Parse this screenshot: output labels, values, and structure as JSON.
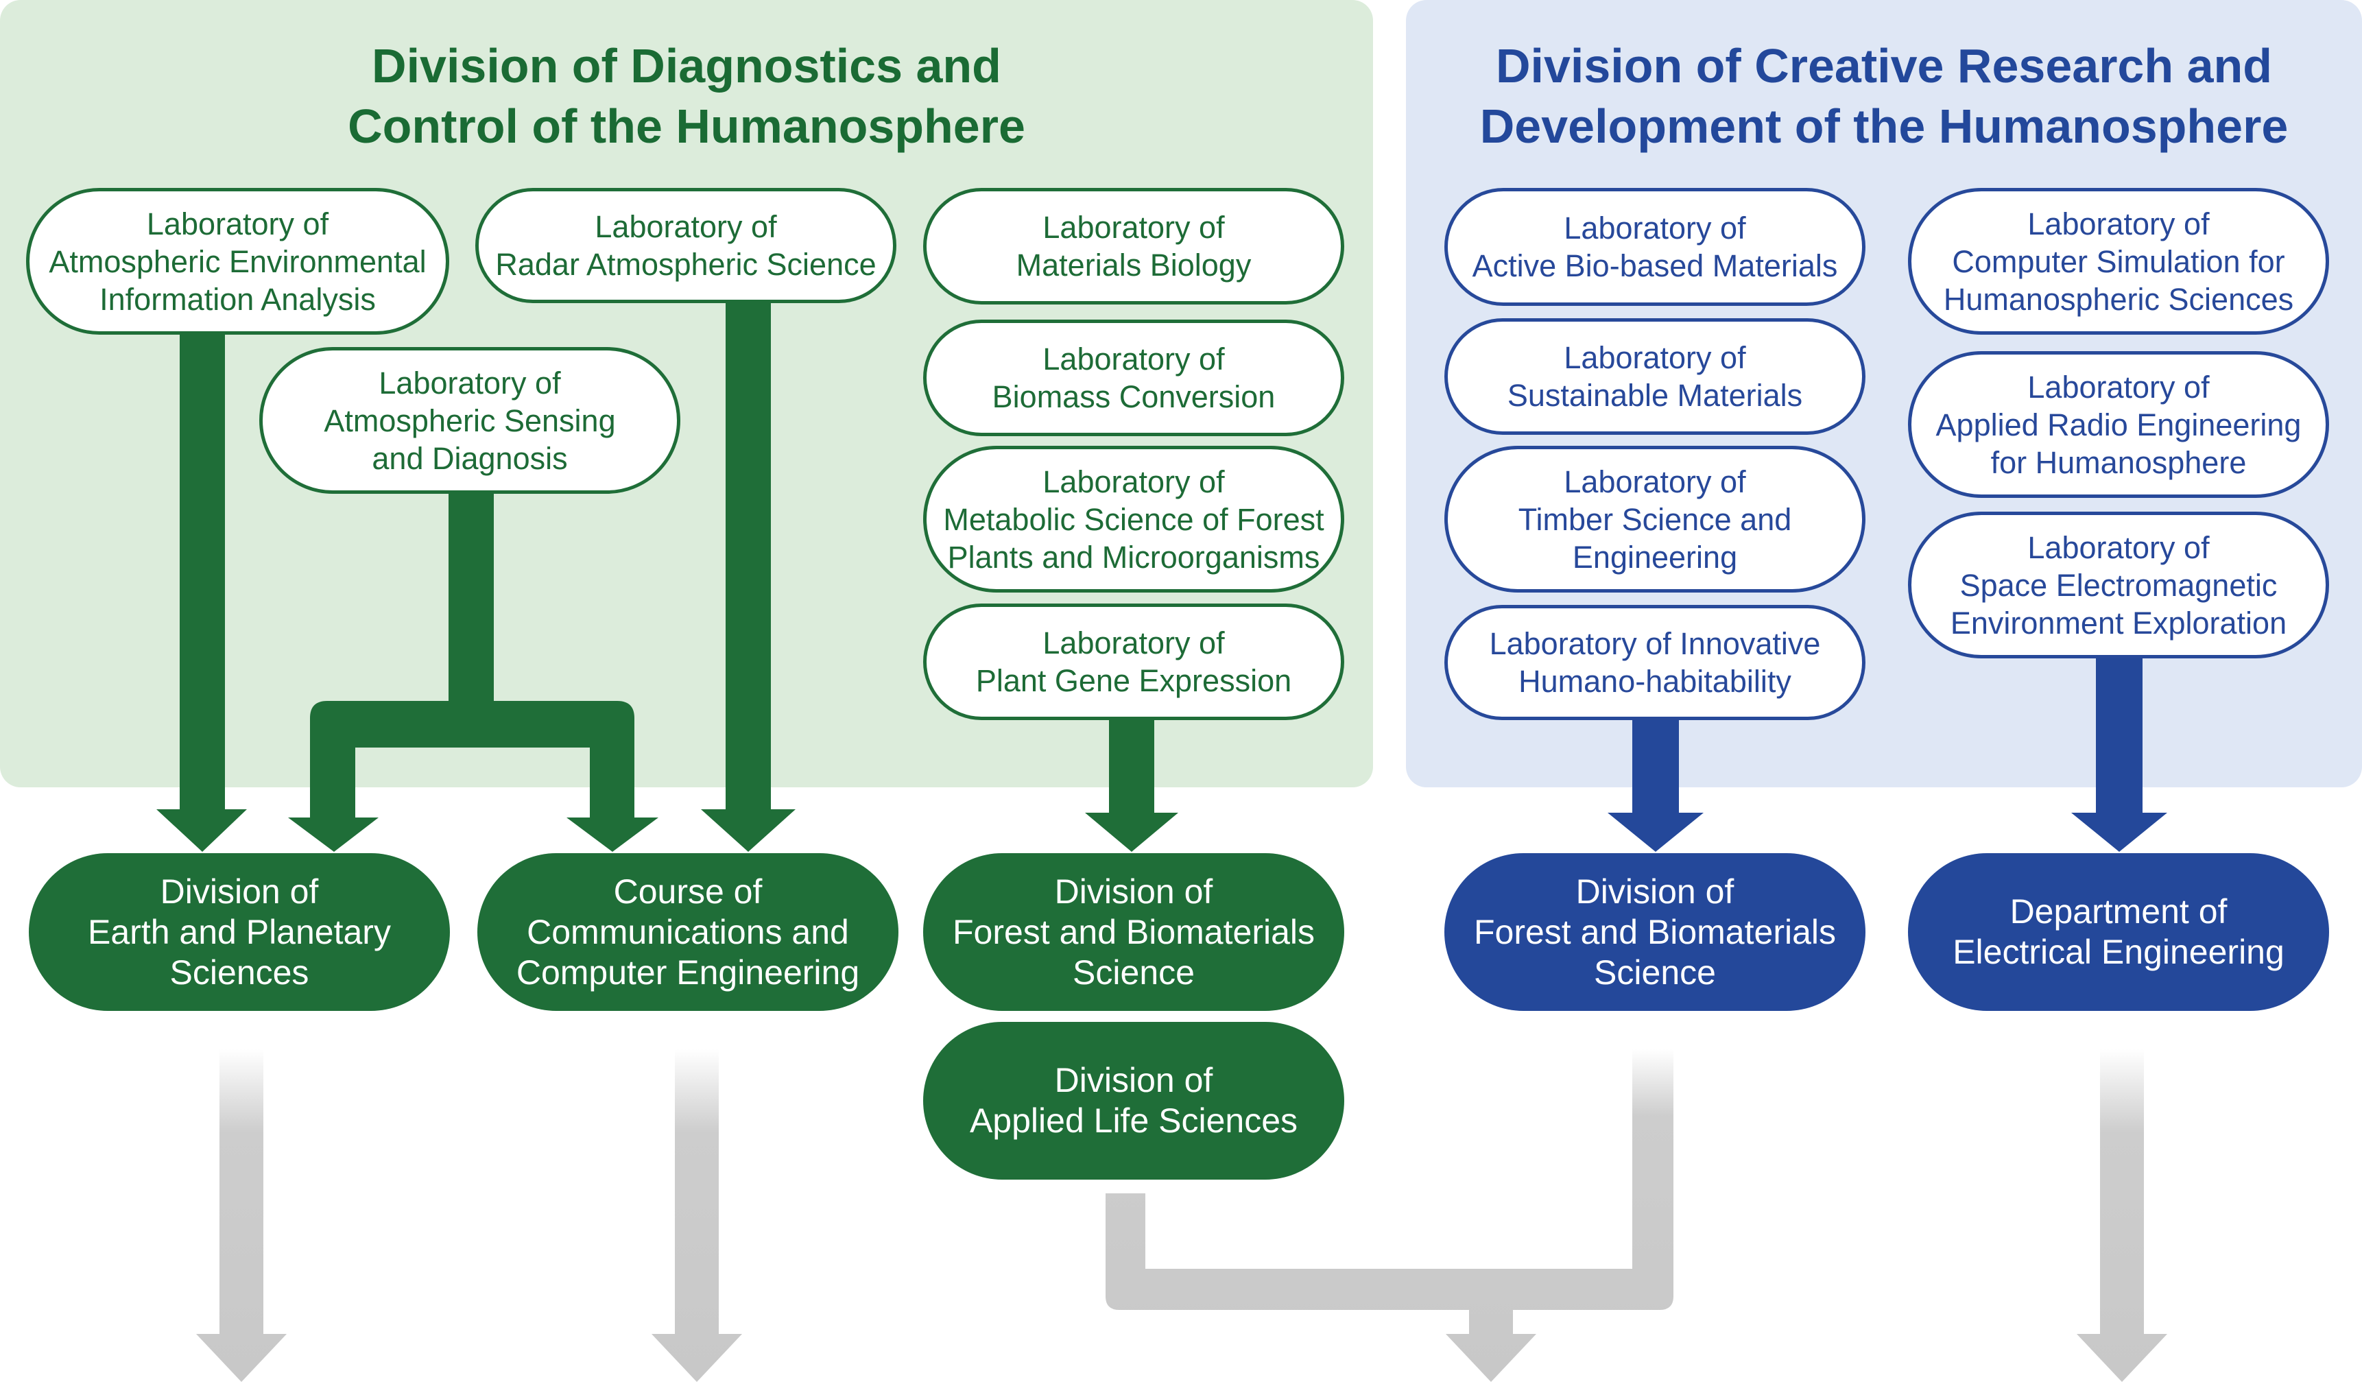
{
  "colors": {
    "green_dark": "#1f6e38",
    "green_panel": "#dcecdb",
    "blue_dark": "#24489a",
    "blue_panel": "#dfe7f5",
    "gray_arrow": "#cdcdcd"
  },
  "green_division": {
    "title": "Division of Diagnostics and\nControl of the Humanosphere",
    "labs": [
      "Laboratory of\nAtmospheric Environmental\nInformation Analysis",
      "Laboratory of\nRadar Atmospheric Science",
      "Laboratory of\nAtmospheric Sensing\nand Diagnosis",
      "Laboratory of\nMaterials Biology",
      "Laboratory of\nBiomass Conversion",
      "Laboratory of\nMetabolic Science of Forest\nPlants and Microorganisms",
      "Laboratory of\nPlant Gene Expression"
    ]
  },
  "blue_division": {
    "title": "Division of Creative Research and\nDevelopment of the Humanosphere",
    "labs": [
      "Laboratory of\nActive Bio-based Materials",
      "Laboratory of\nSustainable Materials",
      "Laboratory of\nTimber Science and\nEngineering",
      "Laboratory of Innovative\nHumano-habitability",
      "Laboratory of\nComputer Simulation for\nHumanospheric Sciences",
      "Laboratory of\nApplied Radio Engineering\nfor Humanosphere",
      "Laboratory of\nSpace Electromagnetic\nEnvironment Exploration"
    ]
  },
  "destinations": [
    "Division of\nEarth and Planetary\nSciences",
    "Course of\nCommunications and\nComputer Engineering",
    "Division of\nForest and Biomaterials\nScience",
    "Division of\nApplied Life Sciences",
    "Division of\nForest and Biomaterials\nScience",
    "Department of\nElectrical Engineering"
  ]
}
